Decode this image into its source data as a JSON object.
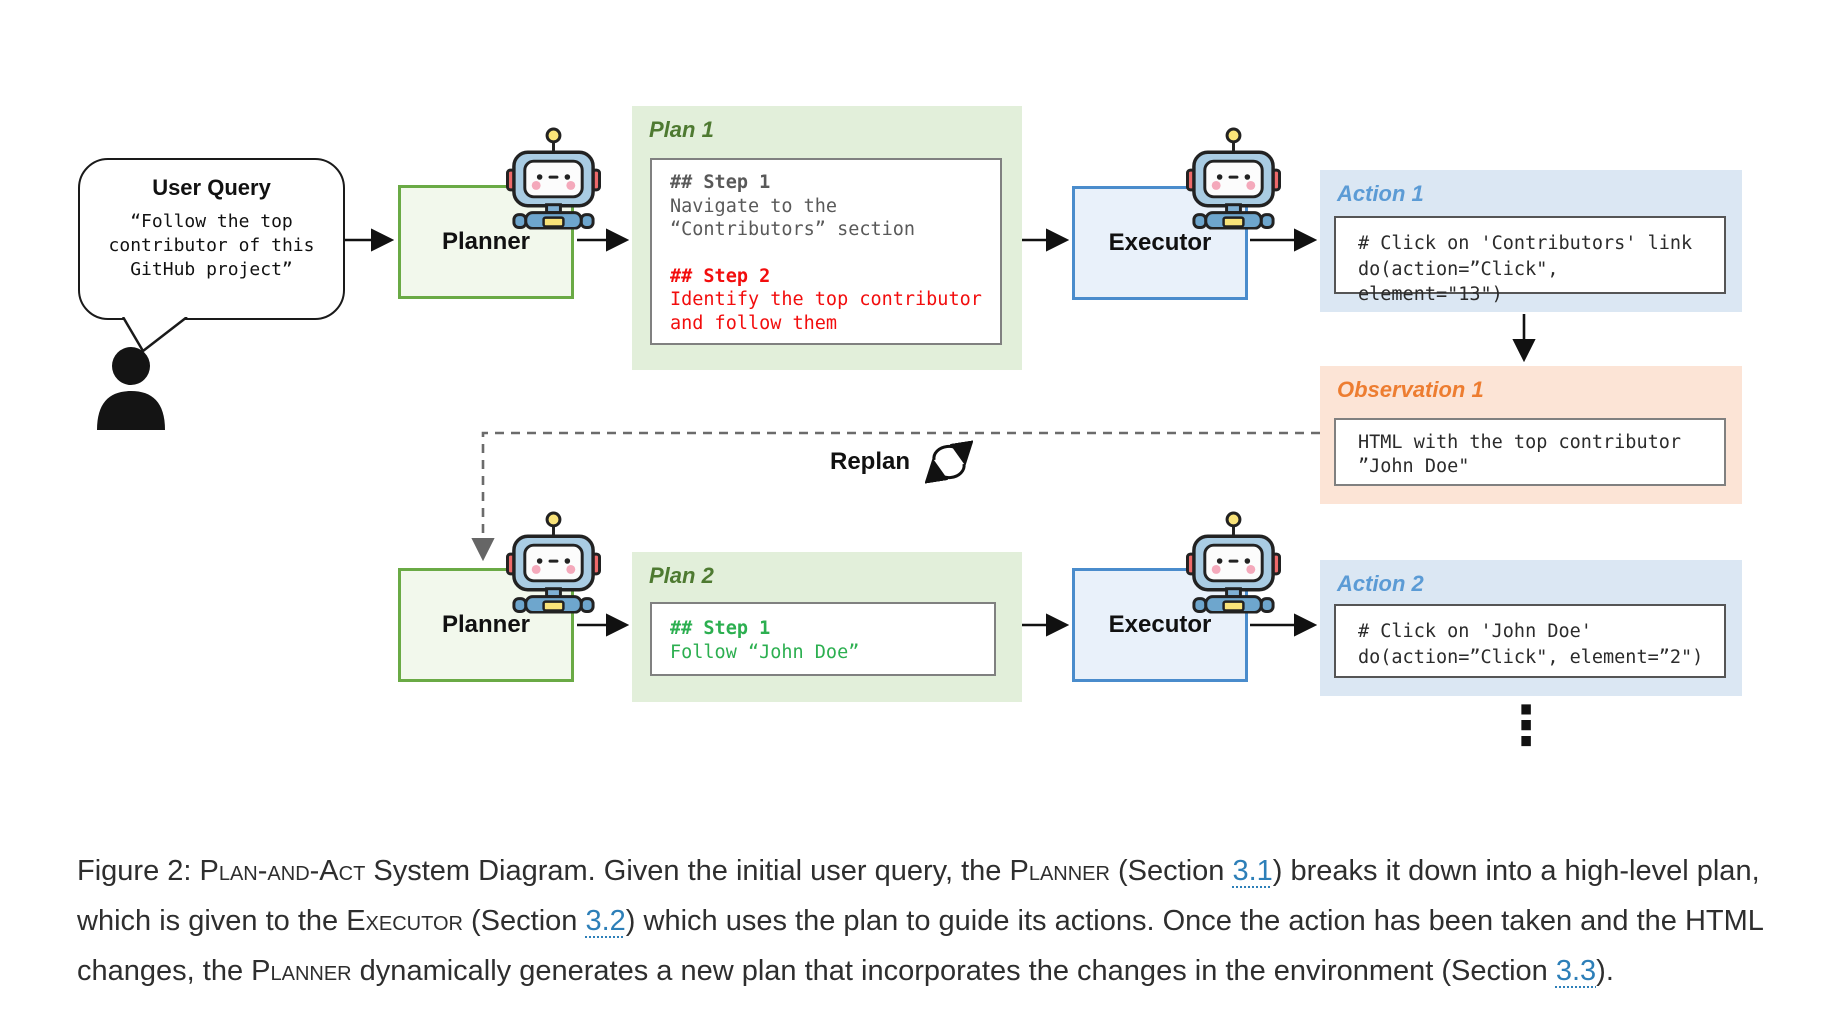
{
  "user_query": {
    "title": "User Query",
    "text": "“Follow the top\ncontributor of this\nGitHub project”"
  },
  "row1": {
    "planner_label": "Planner",
    "executor_label": "Executor",
    "plan": {
      "title": "Plan 1",
      "steps": [
        {
          "header": "## Step 1",
          "body": "Navigate to the\n“Contributors” section"
        },
        {
          "header": "## Step 2",
          "body": "Identify the top contributor\nand follow them"
        }
      ]
    },
    "action": {
      "title": "Action 1",
      "code": "# Click on 'Contributors' link\ndo(action=”Click\", element=\"13\")"
    },
    "observation": {
      "title": "Observation 1",
      "code": "HTML with the top contributor\n”John Doe\""
    }
  },
  "replan_label": "Replan",
  "row2": {
    "planner_label": "Planner",
    "executor_label": "Executor",
    "plan": {
      "title": "Plan 2",
      "steps": [
        {
          "header": "## Step 1",
          "body": "Follow “John Doe”"
        }
      ]
    },
    "action": {
      "title": "Action 2",
      "code": "# Click on 'John Doe'\ndo(action=”Click\", element=”2\")"
    }
  },
  "ellipsis": "⋮",
  "icons": {
    "user": "person-silhouette-icon",
    "planner": "robot-icon",
    "executor": "robot-icon",
    "replan": "circular-refresh-arrows-icon"
  },
  "colors": {
    "planner_border": "#6aaa45",
    "planner_fill": "#f2f8ec",
    "executor_border": "#4a8ccc",
    "executor_fill": "#e9f1fa",
    "plan_bg": "#e2efda",
    "plan_title": "#4e7a31",
    "action_bg": "#dbe7f3",
    "action_title": "#5b9bd5",
    "observation_bg": "#fce4d6",
    "observation_title": "#ed7d31",
    "step_gray": "#595959",
    "step_red": "#f20d0d",
    "step_green": "#2caf50",
    "link_blue": "#2d7fb8"
  },
  "caption": {
    "lines": [
      [
        {
          "t": "Figure 2: ",
          "s": "plain"
        },
        {
          "t": "Plan-and-Act",
          "s": "sc"
        },
        {
          "t": " System Diagram. Given the initial user query, the ",
          "s": "plain"
        },
        {
          "t": "Planner",
          "s": "sc"
        },
        {
          "t": " (Section ",
          "s": "plain"
        },
        {
          "t": "3.1",
          "s": "link"
        },
        {
          "t": ") breaks it down into a high-level plan,",
          "s": "plain"
        }
      ],
      [
        {
          "t": "which is given to the ",
          "s": "plain"
        },
        {
          "t": "Executor",
          "s": "sc"
        },
        {
          "t": " (Section ",
          "s": "plain"
        },
        {
          "t": "3.2",
          "s": "link"
        },
        {
          "t": ") which uses the plan to guide its actions. Once the action has been taken and the HTML",
          "s": "plain"
        }
      ],
      [
        {
          "t": "changes, the ",
          "s": "plain"
        },
        {
          "t": "Planner",
          "s": "sc"
        },
        {
          "t": " dynamically generates a new plan that incorporates the changes in the environment (Section ",
          "s": "plain"
        },
        {
          "t": "3.3",
          "s": "link"
        },
        {
          "t": ").",
          "s": "plain"
        }
      ]
    ]
  }
}
